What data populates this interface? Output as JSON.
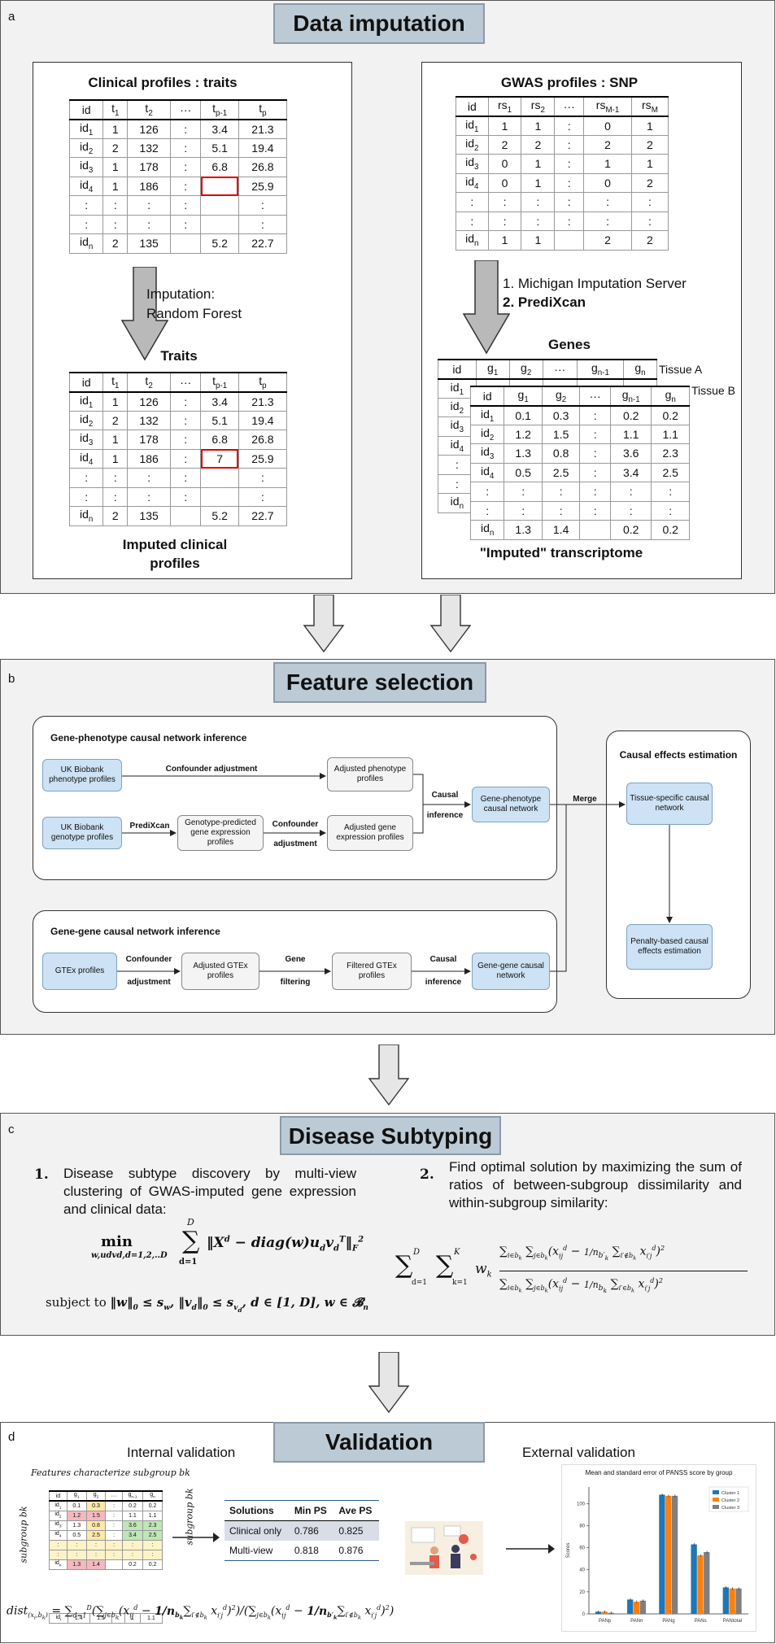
{
  "panel_a": {
    "letter": "a",
    "title": "Data imputation",
    "clinical": {
      "title": "Clinical profiles : traits",
      "headers": [
        "id",
        "t1",
        "t2",
        "···",
        "tp-1",
        "tp"
      ],
      "rows": [
        [
          "id1",
          "1",
          "126",
          ":",
          "3.4",
          "21.3"
        ],
        [
          "id2",
          "2",
          "132",
          ":",
          "5.1",
          "19.4"
        ],
        [
          "id3",
          "1",
          "178",
          ":",
          "6.8",
          "26.8"
        ],
        [
          "id4",
          "1",
          "186",
          ":",
          "",
          "25.9"
        ],
        [
          ":",
          ":",
          ":",
          ":",
          "",
          ":"
        ],
        [
          ":",
          ":",
          ":",
          ":",
          "",
          ":"
        ],
        [
          "idn",
          "2",
          "135",
          "",
          "5.2",
          "22.7"
        ]
      ],
      "imputation_label_1": "Imputation:",
      "imputation_label_2": "Random Forest",
      "imputed_title": "Traits",
      "imputed_rows": [
        [
          "id1",
          "1",
          "126",
          ":",
          "3.4",
          "21.3"
        ],
        [
          "id2",
          "2",
          "132",
          ":",
          "5.1",
          "19.4"
        ],
        [
          "id3",
          "1",
          "178",
          ":",
          "6.8",
          "26.8"
        ],
        [
          "id4",
          "1",
          "186",
          ":",
          "7",
          "25.9"
        ],
        [
          ":",
          ":",
          ":",
          ":",
          "",
          ":"
        ],
        [
          ":",
          ":",
          ":",
          ":",
          "",
          ":"
        ],
        [
          "idn",
          "2",
          "135",
          "",
          "5.2",
          "22.7"
        ]
      ],
      "caption_1": "Imputed clinical",
      "caption_2": "profiles"
    },
    "gwas": {
      "title": "GWAS profiles : SNP",
      "headers": [
        "id",
        "rs1",
        "rs2",
        "···",
        "rsM-1",
        "rsM"
      ],
      "rows": [
        [
          "id1",
          "1",
          "1",
          ":",
          "0",
          "1"
        ],
        [
          "id2",
          "2",
          "2",
          ":",
          "2",
          "2"
        ],
        [
          "id3",
          "0",
          "1",
          ":",
          "1",
          "1"
        ],
        [
          "id4",
          "0",
          "1",
          ":",
          "0",
          "2"
        ],
        [
          ":",
          ":",
          ":",
          ":",
          ":",
          ":"
        ],
        [
          ":",
          ":",
          ":",
          ":",
          ":",
          ":"
        ],
        [
          "idn",
          "1",
          "1",
          "",
          "2",
          "2"
        ]
      ],
      "step_1": "1. Michigan Imputation Server",
      "step_2": "2. PrediXcan",
      "genes_title": "Genes",
      "tissue_a": "Tissue A",
      "tissue_b": "Tissue B",
      "back_headers": [
        "id",
        "g1",
        "g2",
        "···",
        "gn-1",
        "gn"
      ],
      "back_ids": [
        "id1",
        "id2",
        "id3",
        "id4",
        ":",
        ":",
        "idn"
      ],
      "gene_headers": [
        "id",
        "g1",
        "g2",
        "···",
        "gn-1",
        "gn"
      ],
      "gene_rows": [
        [
          "id1",
          "0.1",
          "0.3",
          ":",
          "0.2",
          "0.2"
        ],
        [
          "id2",
          "1.2",
          "1.5",
          ":",
          "1.1",
          "1.1"
        ],
        [
          "id3",
          "1.3",
          "0.8",
          ":",
          "3.6",
          "2.3"
        ],
        [
          "id4",
          "0.5",
          "2.5",
          ":",
          "3.4",
          "2.5"
        ],
        [
          ":",
          ":",
          ":",
          ":",
          ":",
          ":"
        ],
        [
          ":",
          ":",
          ":",
          ":",
          ":",
          ":"
        ],
        [
          "idn",
          "1.3",
          "1.4",
          "",
          "0.2",
          "0.2"
        ]
      ],
      "caption": "\"Imputed\" transcriptome"
    }
  },
  "panel_b": {
    "letter": "b",
    "title": "Feature selection",
    "gp_title": "Gene-phenotype causal network inference",
    "gg_title": "Gene-gene causal network inference",
    "ce_title": "Causal effects estimation",
    "nodes": {
      "uk_pheno": "UK Biobank phenotype profiles",
      "uk_geno": "UK Biobank genotype profiles",
      "geno_pred": "Genotype-predicted gene expression profiles",
      "adj_pheno": "Adjusted phenotype profiles",
      "adj_gene": "Adjusted gene expression profiles",
      "gp_network": "Gene-phenotype causal network",
      "gtex": "GTEx profiles",
      "adj_gtex": "Adjusted GTEx profiles",
      "filt_gtex": "Filtered GTEx profiles",
      "gg_network": "Gene-gene causal network",
      "tissue_net": "Tissue-specific causal network",
      "penalty": "Penalty-based causal effects estimation"
    },
    "edges": {
      "confounder_adjustment": "Confounder adjustment",
      "predixcan": "PrediXcan",
      "confounder": "Confounder",
      "adjustment": "adjustment",
      "causal": "Causal",
      "inference": "inference",
      "merge": "Merge",
      "gene": "Gene",
      "filtering": "filtering"
    }
  },
  "panel_c": {
    "letter": "c",
    "title": "Disease Subtyping",
    "item1_num": "1.",
    "item1_text": "Disease subtype discovery by multi-view clustering of GWAS-imputed gene expression and clinical data:",
    "item2_num": "2.",
    "item2_text": "Find optimal solution by maximizing the sum of ratios of between-subgroup dissimilarity and within-subgroup similarity:",
    "formula_min": "min",
    "formula_min_sub": "w,udvd,d=1,2,..D",
    "formula_subject": "subject to"
  },
  "panel_d": {
    "letter": "d",
    "title": "Validation",
    "internal_title": "Internal validation",
    "external_title": "External validation",
    "features_note": "Features characterize subgroup bk",
    "subgroup_label": "subgroup bk",
    "mini_headers": [
      "id",
      "g1",
      "g2",
      "···",
      "gn-1",
      "gn"
    ],
    "mini_rows": [
      [
        "id1",
        "0.1",
        "0.3",
        ":",
        "0.2",
        "0.2"
      ],
      [
        "id2",
        "1.2",
        "1.5",
        ":",
        "1.1",
        "1.1"
      ],
      [
        "id3",
        "1.3",
        "0.8",
        ":",
        "3.6",
        "2.3"
      ],
      [
        "id4",
        "0.5",
        "2.5",
        ":",
        "3.4",
        "2.5"
      ],
      [
        ":",
        ":",
        ":",
        ":",
        ":",
        ":"
      ],
      [
        ":",
        ":",
        ":",
        ":",
        ":",
        ":"
      ],
      [
        "idn",
        "1.3",
        "1.4",
        "",
        "0.2",
        "0.2"
      ]
    ],
    "mini_sep_row": [
      "idi",
      "1.4",
      "1.5",
      ":",
      "1",
      "1.1"
    ],
    "results": {
      "headers": [
        "Solutions",
        "Min PS",
        "Ave PS"
      ],
      "rows": [
        [
          "Clinical only",
          "0.786",
          "0.825"
        ],
        [
          "Multi-view",
          "0.818",
          "0.876"
        ]
      ]
    },
    "dist_label": "dist",
    "chart_data": {
      "type": "bar",
      "title": "Mean and standard error of PANSS score by group",
      "xlabel": "",
      "ylabel": "Scores",
      "categories": [
        "PANp",
        "PANn",
        "PANg",
        "PANs",
        "PANtotal"
      ],
      "series": [
        {
          "name": "Cluster 1",
          "color": "#1f77b4",
          "values": [
            2,
            13,
            108,
            63,
            24
          ]
        },
        {
          "name": "Cluster 2",
          "color": "#ff7f0e",
          "values": [
            2,
            11,
            107,
            53,
            23
          ]
        },
        {
          "name": "Cluster 3",
          "color": "#7f7f7f",
          "values": [
            1,
            12,
            107,
            56,
            23
          ]
        }
      ],
      "ylim": [
        0,
        115
      ],
      "yticks": [
        0,
        20,
        40,
        60,
        80,
        100
      ],
      "legend": "top-right"
    }
  }
}
